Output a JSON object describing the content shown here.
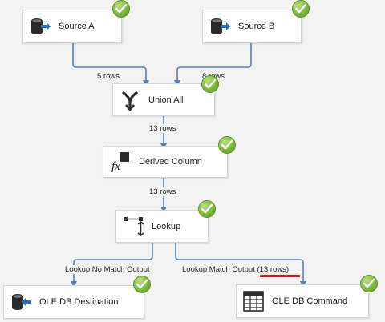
{
  "components": {
    "source_a": "Source A",
    "source_b": "Source B",
    "union_all": "Union All",
    "derived_column": "Derived Column",
    "lookup": "Lookup",
    "ole_db_destination": "OLE DB Destination",
    "ole_db_command": "OLE DB Command"
  },
  "paths": {
    "source_a_rows": "5 rows",
    "source_b_rows": "8 rows",
    "union_rows": "13 rows",
    "derived_rows": "13 rows",
    "no_match_label": "Lookup No Match Output",
    "match_label": "Lookup Match Output",
    "match_rows": "(13 rows)"
  },
  "colors": {
    "path_line": "#5a7fb5",
    "success": "#7cbb38",
    "highlight_underline": "#e01010"
  },
  "icons": {
    "source_a": "database-arrow-right-icon",
    "source_b": "database-arrow-right-icon",
    "union_all": "union-merge-icon",
    "derived_column": "fx-function-icon",
    "lookup": "lookup-icon",
    "ole_db_destination": "database-arrow-left-icon",
    "ole_db_command": "grid-table-icon",
    "status": "green-check-icon"
  }
}
